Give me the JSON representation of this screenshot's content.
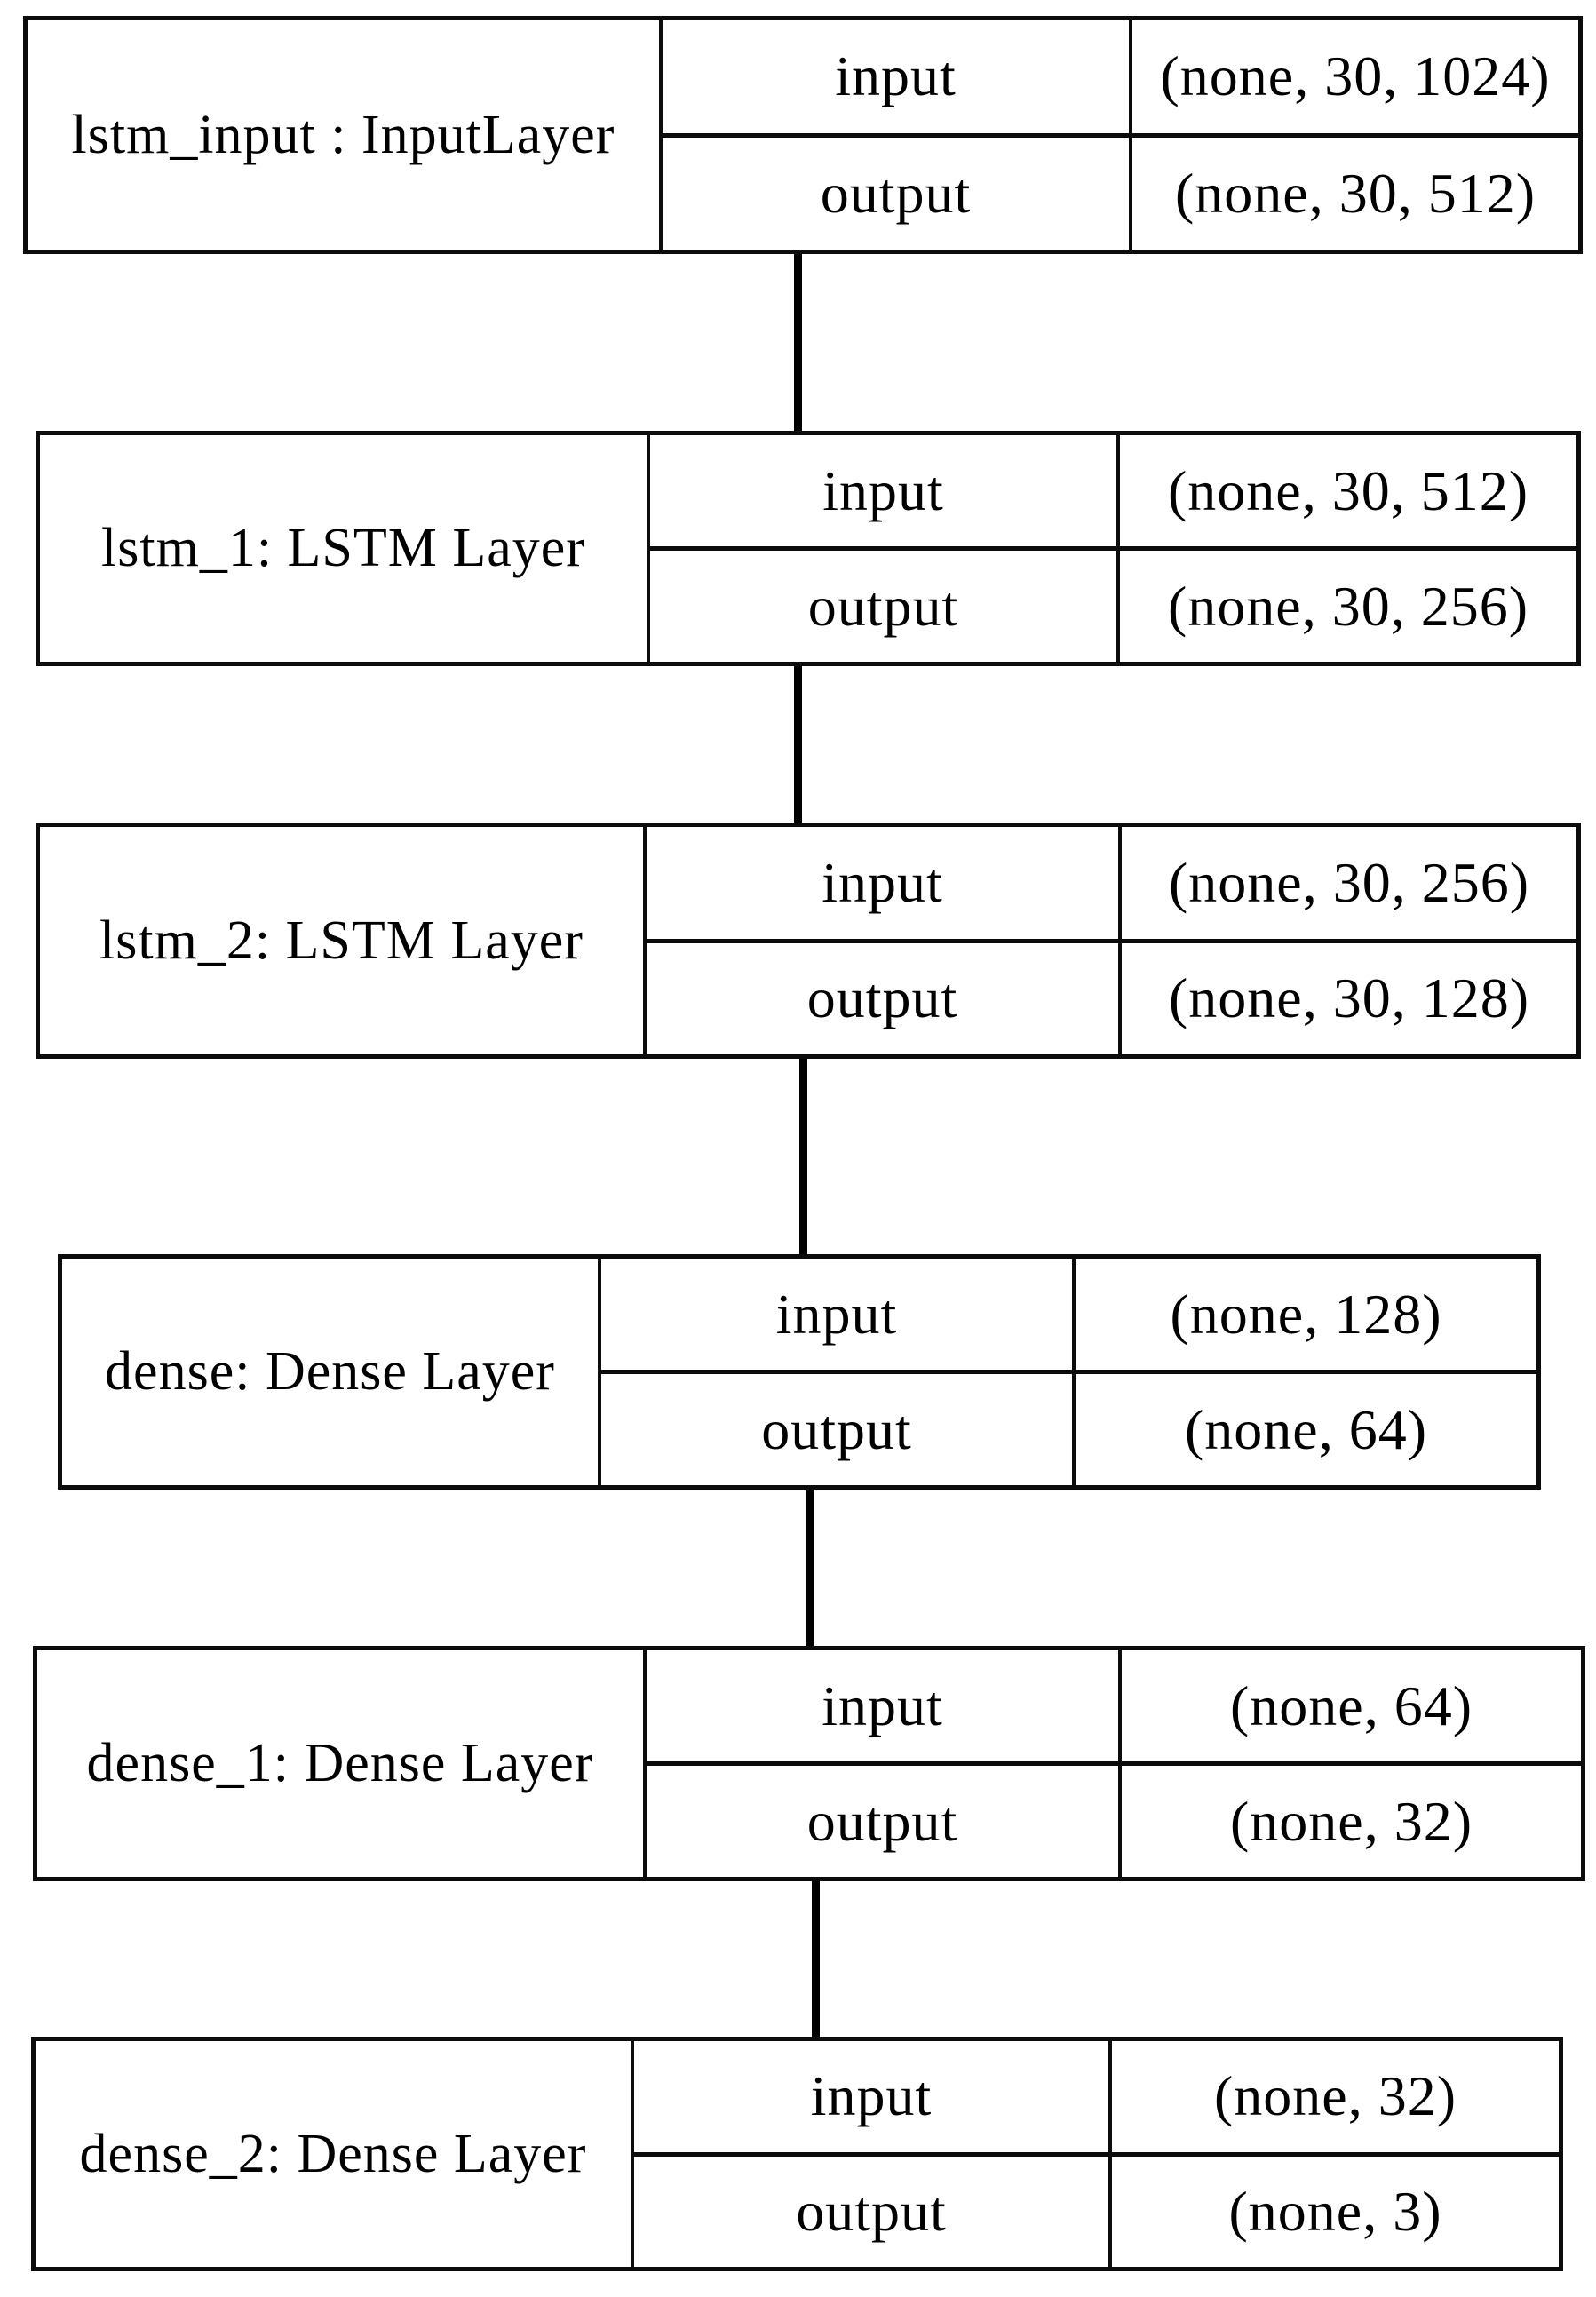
{
  "diagram": {
    "kind": "neural-network-layer-diagram",
    "colors": {
      "border": "#0c0c0c",
      "background": "#ffffff",
      "text": "#000000",
      "connector": "#000000"
    },
    "layers": [
      {
        "name": "lstm_input : InputLayer",
        "input_label": "input",
        "input_shape": "(none, 30, 1024)",
        "output_label": "output",
        "output_shape": "(none, 30, 512)"
      },
      {
        "name": "lstm_1: LSTM Layer",
        "input_label": "input",
        "input_shape": "(none, 30, 512)",
        "output_label": "output",
        "output_shape": "(none, 30, 256)"
      },
      {
        "name": "lstm_2: LSTM Layer",
        "input_label": "input",
        "input_shape": "(none, 30, 256)",
        "output_label": "output",
        "output_shape": "(none, 30, 128)"
      },
      {
        "name": "dense: Dense Layer",
        "input_label": "input",
        "input_shape": "(none, 128)",
        "output_label": "output",
        "output_shape": "(none, 64)"
      },
      {
        "name": "dense_1: Dense Layer",
        "input_label": "input",
        "input_shape": "(none, 64)",
        "output_label": "output",
        "output_shape": "(none, 32)"
      },
      {
        "name": "dense_2: Dense Layer",
        "input_label": "input",
        "input_shape": "(none, 32)",
        "output_label": "output",
        "output_shape": "(none, 3)"
      }
    ]
  }
}
